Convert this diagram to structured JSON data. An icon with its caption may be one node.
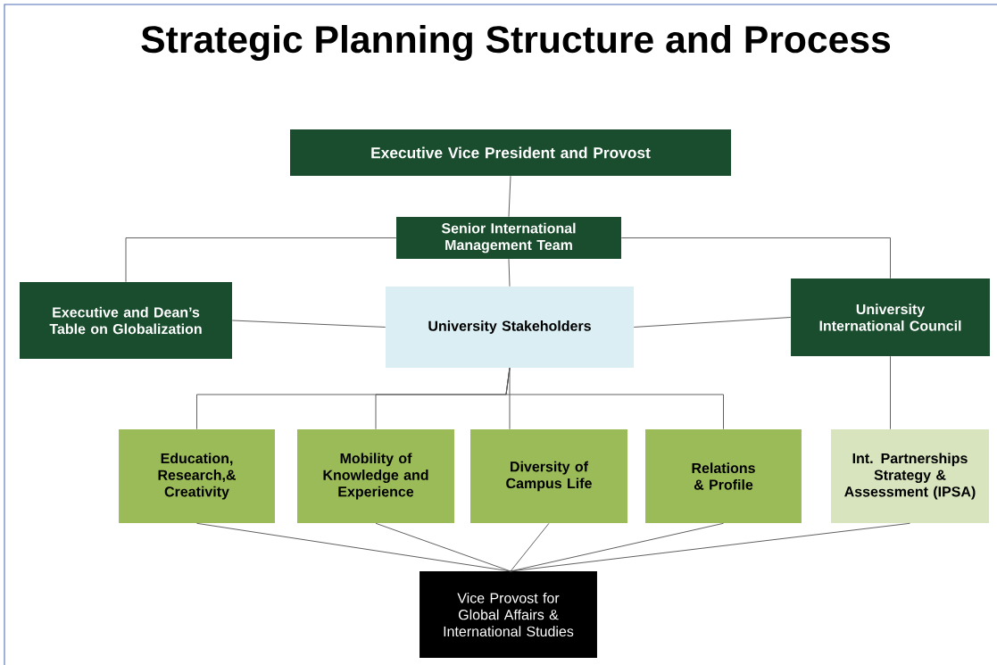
{
  "diagram": {
    "title": "Strategic Planning Structure and Process",
    "nodes": [
      {
        "text": [
          "Executive Vice President and Provost"
        ]
      },
      {
        "text": [
          "Senior International Management Team"
        ]
      },
      {
        "text": [
          "Executive and Dean’s Table on Globalization"
        ]
      },
      {
        "text": [
          "University Stakeholders"
        ]
      },
      {
        "text": [
          "University International Council"
        ]
      },
      {
        "text": [
          "Education, Research,& Creativity"
        ]
      },
      {
        "text": [
          "Mobility of Knowledge and Experience"
        ]
      },
      {
        "text": [
          "Diversity of Campus Life"
        ]
      },
      {
        "text": [
          "Relations & Profile"
        ]
      },
      {
        "text": [
          "Int. Partnerships Strategy & Assessment (IPSA)"
        ]
      },
      {
        "text": [
          "Vice Provost for Global Affairs & International Studies"
        ]
      }
    ],
    "edges": [
      {
        "from": 0,
        "to": 1,
        "arrow": "none"
      },
      {
        "from": 1,
        "to": 2,
        "arrow": "none"
      },
      {
        "from": 1,
        "to": 4,
        "arrow": "none"
      },
      {
        "from": 1,
        "to": 3,
        "arrow": "none"
      },
      {
        "from": 2,
        "to": 3,
        "arrow": "none"
      },
      {
        "from": 3,
        "to": 4,
        "arrow": "none"
      },
      {
        "from": 3,
        "to": 5,
        "arrow": "none"
      },
      {
        "from": 3,
        "to": 6,
        "arrow": "none"
      },
      {
        "from": 3,
        "to": 7,
        "arrow": "none"
      },
      {
        "from": 3,
        "to": 8,
        "arrow": "none"
      },
      {
        "from": 4,
        "to": 9,
        "arrow": "none"
      },
      {
        "from": 5,
        "to": 10,
        "arrow": "none"
      },
      {
        "from": 6,
        "to": 10,
        "arrow": "none"
      },
      {
        "from": 7,
        "to": 10,
        "arrow": "none"
      },
      {
        "from": 8,
        "to": 10,
        "arrow": "none"
      },
      {
        "from": 9,
        "to": 10,
        "arrow": "none"
      }
    ]
  }
}
